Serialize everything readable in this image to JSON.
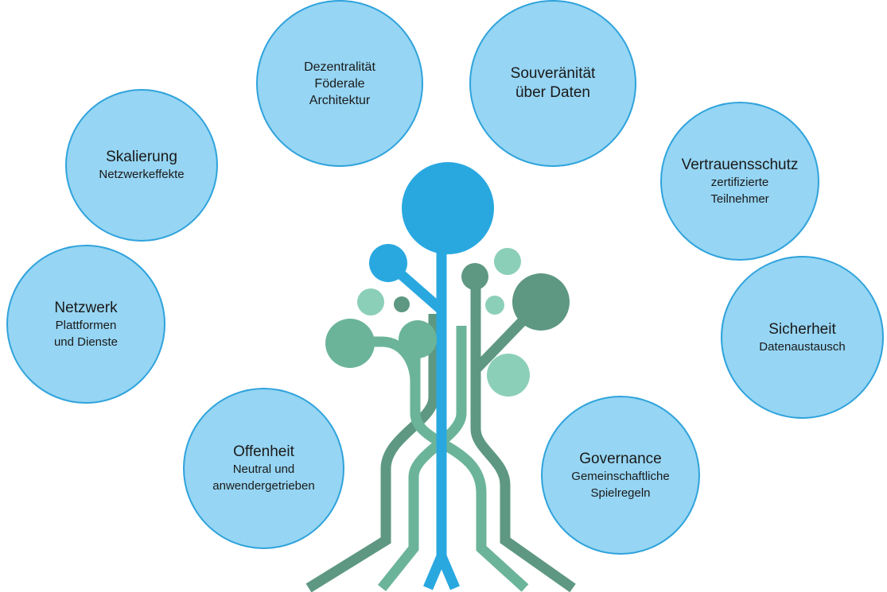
{
  "colors": {
    "bubble_fill": "#96d5f3",
    "bubble_stroke": "#2fa3dc",
    "trunk_blue": "#29a8e0",
    "branch_dark": "#5e9882",
    "branch_mid": "#6bb49a",
    "leaf_light": "#8ccfb8"
  },
  "bubbles": {
    "dezentralitaet": {
      "line1": "Dezentralität",
      "line2": "Föderale",
      "line3": "Architektur"
    },
    "souveraenitaet": {
      "line1": "Souveränität",
      "line2": "über Daten"
    },
    "skalierung": {
      "title": "Skalierung",
      "sub": "Netzwerkeffekte"
    },
    "vertrauensschutz": {
      "title": "Vertrauensschutz",
      "sub1": "zertifizierte",
      "sub2": "Teilnehmer"
    },
    "netzwerk": {
      "title": "Netzwerk",
      "sub1": "Plattformen",
      "sub2": "und Dienste"
    },
    "sicherheit": {
      "title": "Sicherheit",
      "sub": "Datenaustausch"
    },
    "offenheit": {
      "title": "Offenheit",
      "sub1": "Neutral und",
      "sub2": "anwendergetrieben"
    },
    "governance": {
      "title": "Governance",
      "sub1": "Gemeinschaftliche",
      "sub2": "Spielregeln"
    }
  },
  "tree_icon": "stylized-data-tree-icon"
}
